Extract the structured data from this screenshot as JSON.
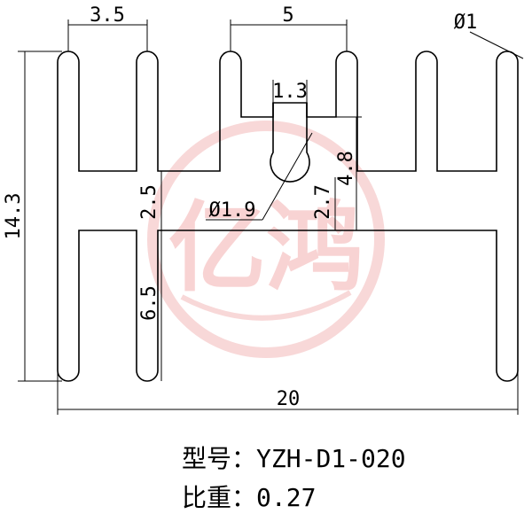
{
  "drawing": {
    "dimensions": {
      "pitch_top": "3.5",
      "span_center": "5",
      "fin_tip_dia": "Ø1",
      "overall_height": "14.3",
      "slot_width": "1.3",
      "upper_gap": "2.5",
      "hole_dia": "Ø1.9",
      "slot_depth": "2.7",
      "slot_total": "4.8",
      "lower_height": "6.5",
      "overall_width": "20"
    },
    "watermark": {
      "text": "亿鸿",
      "color": "#f0a0a0"
    }
  },
  "caption": {
    "model_label": "型号：",
    "model_value": "YZH-D1-020",
    "weight_label": "比重：",
    "weight_value": "0.27"
  }
}
